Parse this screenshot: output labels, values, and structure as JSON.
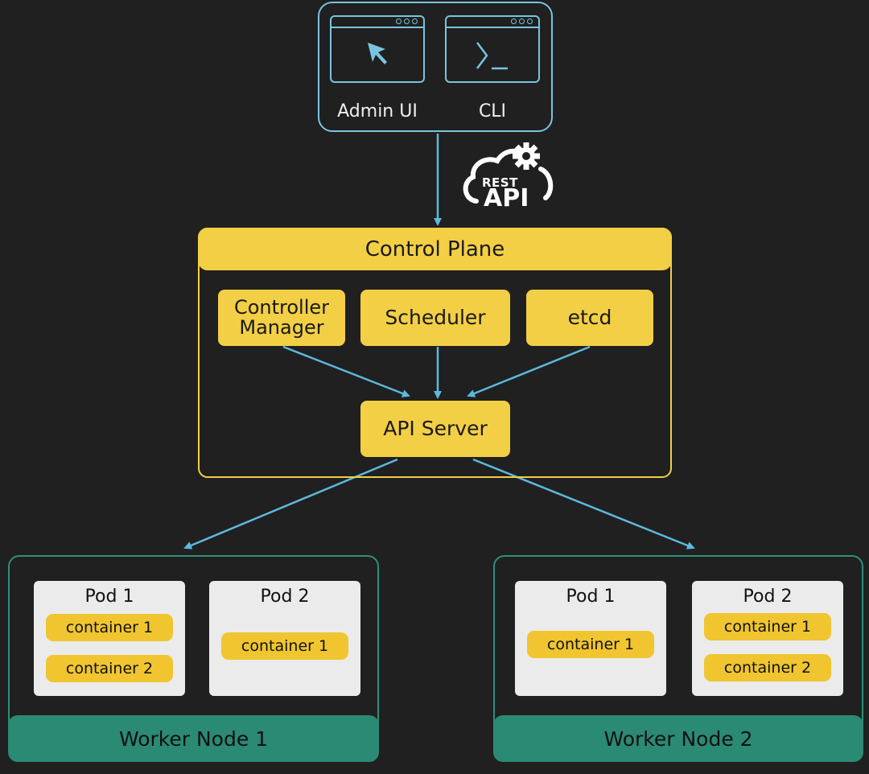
{
  "clients": {
    "admin_ui_label": "Admin UI",
    "cli_label": "CLI"
  },
  "rest_api": {
    "line1": "REST",
    "line2": "API"
  },
  "control_plane": {
    "title": "Control Plane",
    "controller_manager": "Controller\nManager",
    "scheduler": "Scheduler",
    "etcd": "etcd",
    "api_server": "API Server"
  },
  "worker_nodes": [
    {
      "label": "Worker Node 1",
      "pods": [
        {
          "name": "Pod 1",
          "containers": [
            "container 1",
            "container 2"
          ]
        },
        {
          "name": "Pod 2",
          "containers": [
            "container 1"
          ]
        }
      ]
    },
    {
      "label": "Worker Node 2",
      "pods": [
        {
          "name": "Pod 1",
          "containers": [
            "container 1"
          ]
        },
        {
          "name": "Pod 2",
          "containers": [
            "container 1",
            "container 2"
          ]
        }
      ]
    }
  ],
  "colors": {
    "background": "#202020",
    "client_outline": "#78c4df",
    "arrow": "#5db8dc",
    "control_plane": "#f3cf45",
    "worker_node": "#2b8a74",
    "pod": "#ebebeb",
    "container": "#f0c52f"
  }
}
